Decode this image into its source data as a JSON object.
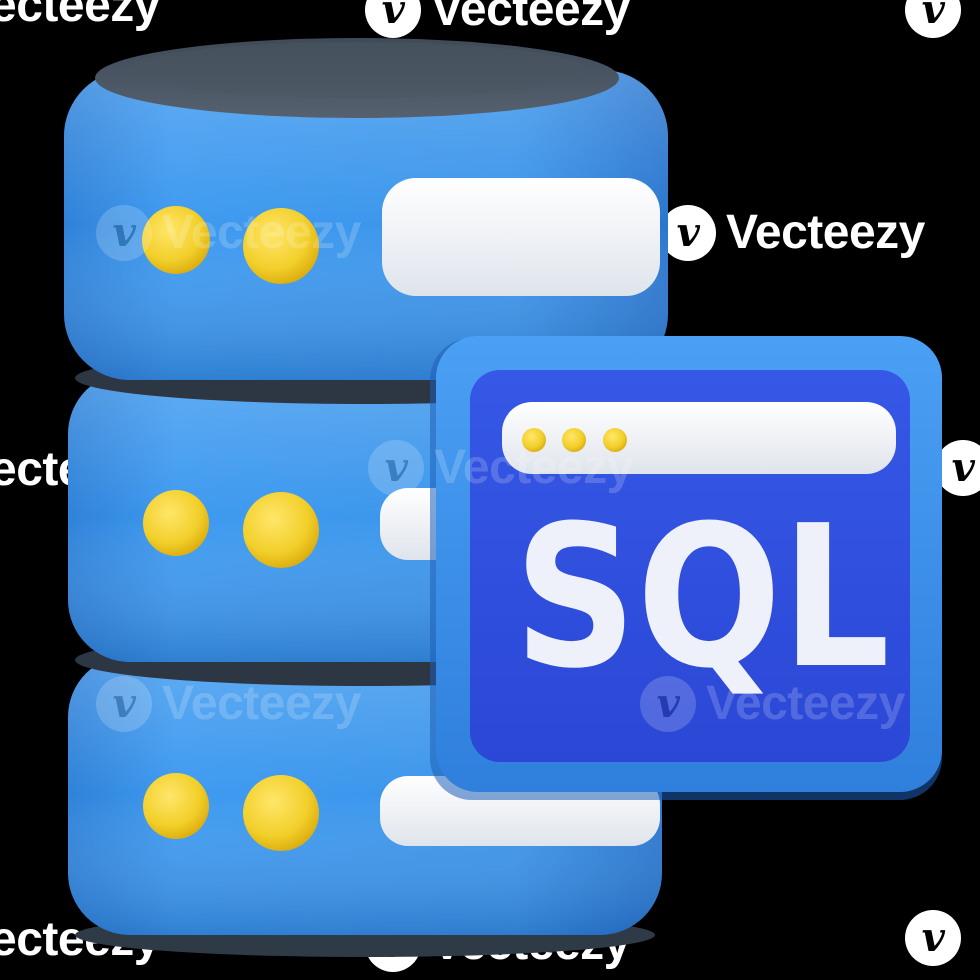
{
  "illustration": {
    "name": "SQL database icon",
    "badge_text": "SQL",
    "colors": {
      "background": "#000000",
      "server_blue": "#3a93e6",
      "server_blue_dark": "#1f6fca",
      "server_top": "#4a5563",
      "led_yellow": "#f2cf2a",
      "slot_white": "#eef1f6",
      "badge_frame": "#3a8fe8",
      "badge_panel": "#2f4fe0",
      "badge_text": "#eef0fa"
    }
  },
  "watermark": {
    "text": "Vecteezy",
    "fragment_left": "ecteezy",
    "fragment_right": "Vecteezy"
  }
}
